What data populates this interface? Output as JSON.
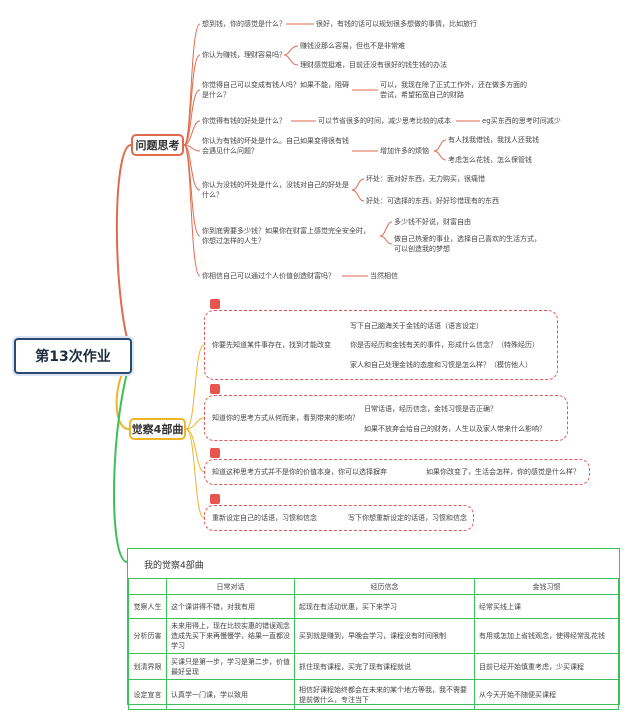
{
  "root": "第13次作业",
  "topics": {
    "questions": "问题思考",
    "awareness": "觉察4部曲"
  },
  "q": {
    "q1": "想到钱，你的感觉是什么？",
    "a1": "很好，有钱的话可以规划很多想做的事情，比如旅行",
    "q2": "你认为赚钱，理财容易吗？",
    "a2a": "赚钱没那么容易，但也不是非常难",
    "a2b": "理财感觉挺难，目前还没有很好的钱生钱的办法",
    "q3": [
      "你觉得自己可以变成有钱人吗？如果不能，阻碍",
      "是什么？"
    ],
    "a3": [
      "可以，我现在除了正式工作外，还在做多方面的",
      "尝试，希望拓宽自己的财路"
    ],
    "q4": "你觉得有钱的好处是什么？",
    "a4": "可以节省很多的时间，减少思考比较的成本",
    "a4b": "eg买东西的思考时间减少",
    "q5": [
      "你认为有钱的坏处是什么。自己如果变得很有钱",
      "会遇见什么问题？"
    ],
    "a5": "增加许多的烦恼",
    "a5a": "有人找我借钱，我找人还我钱",
    "a5b": "考虑怎么花钱，怎么保管钱",
    "q6": [
      "你认为没钱的坏处是什么，没钱对自己的好处是",
      "什么？"
    ],
    "a6a": "坏处：面对好东西，无力购买，很痛惜",
    "a6b": "好处：可选择的东西，好好珍惜现有的东西",
    "q7": [
      "你到底需要多少钱？如果你在财富上感觉完全安全时，",
      "你想过怎样的人生？"
    ],
    "a7a": "多少钱不好说，财富自由",
    "a7b": [
      "做自己热爱的事业，选择自己喜欢的生活方式，",
      "可以创造我的梦想"
    ],
    "q8": "你相信自己可以通过个人价值创造财富吗？",
    "a8": "当然相信"
  },
  "aware": {
    "b1": {
      "tag": "",
      "left": "你要先知道某件事存在，找到才能改变",
      "r1": "写下自己脑海关于金钱的话语（语言设定）",
      "r2": "你是否经历和金钱有关的事件，形成什么信念？（特殊经历）",
      "r3": "家人和自己处理金钱的态度和习惯是怎么样？（模仿他人）"
    },
    "b2": {
      "tag": "",
      "left": "知道你的思考方式从何而来，看到带来的影响？",
      "r1": "日常话语，经历信念，金钱习惯是否正确？",
      "r2": "如果不放弃会给自己的财务，人生以及家人带来什么影响？"
    },
    "b3": {
      "tag": "",
      "left": "知道这种思考方式并不是你的价值本身，你可以选择摒弃",
      "r1": "如果你改变了，生活会怎样，你的感觉是什么样？"
    },
    "b4": {
      "tag": "",
      "left": "重新设定自己的话语，习惯和信念",
      "r1": "写下你想重新设定的话语，习惯和信念"
    }
  },
  "table": {
    "title": "我的觉察4部曲",
    "headers": [
      "",
      "日常对话",
      "经历信念",
      "金钱习惯"
    ],
    "rows": [
      [
        "觉察人生",
        "这个课讲得不错，对我有用",
        "起现在有活动优惠，买下来学习",
        "经常买线上课"
      ],
      [
        "分析历害",
        "未来用得上，现在比较实惠的错误观念造成先买下来再慢慢学，结果一直都没学习",
        "买到就是赚到，早晚会学习，课程没有时间限制",
        "有用或怎加上省钱观念，使得经常乱花钱"
      ],
      [
        "划清界限",
        "买课只是第一步，学习是第二步，价值最好呈现",
        "抓住现有课程，买完了现有课程就说",
        "目前已经开始慎重考虑，少买课程"
      ],
      [
        "设定宣言",
        "认真学一门课，学以致用",
        "相信好课程始终都会在未来的某个地方等我，我不需要提前做什么，专注当下",
        "从今天开始不随便买课程"
      ]
    ]
  }
}
